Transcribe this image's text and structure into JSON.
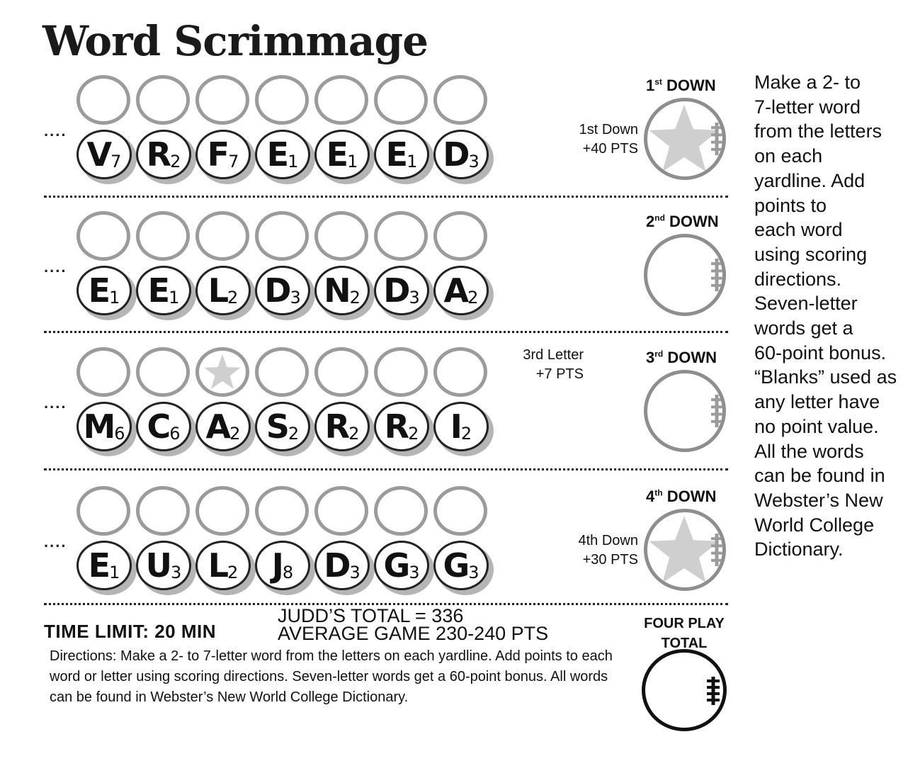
{
  "title": "Word Scrimmage",
  "rows": [
    {
      "dots": "....",
      "tiles": [
        {
          "letter": "V",
          "value": "7"
        },
        {
          "letter": "R",
          "value": "2"
        },
        {
          "letter": "F",
          "value": "7"
        },
        {
          "letter": "E",
          "value": "1"
        },
        {
          "letter": "E",
          "value": "1"
        },
        {
          "letter": "E",
          "value": "1"
        },
        {
          "letter": "D",
          "value": "3"
        }
      ],
      "down_number": "1",
      "down_suffix": "st",
      "down_word": "DOWN",
      "bonus_line1": "1st Down",
      "bonus_line2": "+40 PTS",
      "star_on_ball": true
    },
    {
      "dots": "....",
      "tiles": [
        {
          "letter": "E",
          "value": "1"
        },
        {
          "letter": "E",
          "value": "1"
        },
        {
          "letter": "L",
          "value": "2"
        },
        {
          "letter": "D",
          "value": "3"
        },
        {
          "letter": "N",
          "value": "2"
        },
        {
          "letter": "D",
          "value": "3"
        },
        {
          "letter": "A",
          "value": "2"
        }
      ],
      "down_number": "2",
      "down_suffix": "nd",
      "down_word": "DOWN",
      "star_on_ball": false
    },
    {
      "dots": "....",
      "tiles": [
        {
          "letter": "M",
          "value": "6"
        },
        {
          "letter": "C",
          "value": "6"
        },
        {
          "letter": "A",
          "value": "2"
        },
        {
          "letter": "S",
          "value": "2"
        },
        {
          "letter": "R",
          "value": "2"
        },
        {
          "letter": "R",
          "value": "2"
        },
        {
          "letter": "I",
          "value": "2"
        }
      ],
      "down_number": "3",
      "down_suffix": "rd",
      "down_word": "DOWN",
      "bonus_line1": "3rd Letter",
      "bonus_line2": "+7 PTS",
      "star_blank_index": 2,
      "star_on_ball": false
    },
    {
      "dots": "....",
      "tiles": [
        {
          "letter": "E",
          "value": "1"
        },
        {
          "letter": "U",
          "value": "3"
        },
        {
          "letter": "L",
          "value": "2"
        },
        {
          "letter": "J",
          "value": "8"
        },
        {
          "letter": "D",
          "value": "3"
        },
        {
          "letter": "G",
          "value": "3"
        },
        {
          "letter": "G",
          "value": "3"
        }
      ],
      "down_number": "4",
      "down_suffix": "th",
      "down_word": "DOWN",
      "bonus_line1": "4th Down",
      "bonus_line2": "+30 PTS",
      "star_on_ball": true
    }
  ],
  "sidebar": {
    "lines": [
      "Make a 2- to",
      "7-letter word",
      "from the letters",
      "on each",
      "yardline. Add",
      "points to",
      "each word",
      "using scoring",
      "directions.",
      "Seven-letter",
      "words get a",
      "60-point bonus.",
      "“Blanks” used as",
      "any letter have",
      "no point value.",
      "All the words",
      "can be found in",
      "Webster’s New",
      "World College",
      "Dictionary."
    ]
  },
  "footer": {
    "time_limit": "TIME LIMIT: 20 MIN",
    "judd_total": "JUDD’S TOTAL = 336",
    "average_game": "AVERAGE GAME 230-240 PTS",
    "directions": "Directions: Make a 2- to 7-letter word from the letters on each yardline. Add points to each word or letter using scoring directions. Seven-letter words get a 60-point bonus. All words can be found in Webster’s New World College Dictionary.",
    "four_play_line1": "FOUR PLAY",
    "four_play_line2": "TOTAL"
  },
  "colors": {
    "blank_border": "#9b9b9b",
    "star_fill": "#cfcfcf",
    "tile_border": "#222222"
  }
}
